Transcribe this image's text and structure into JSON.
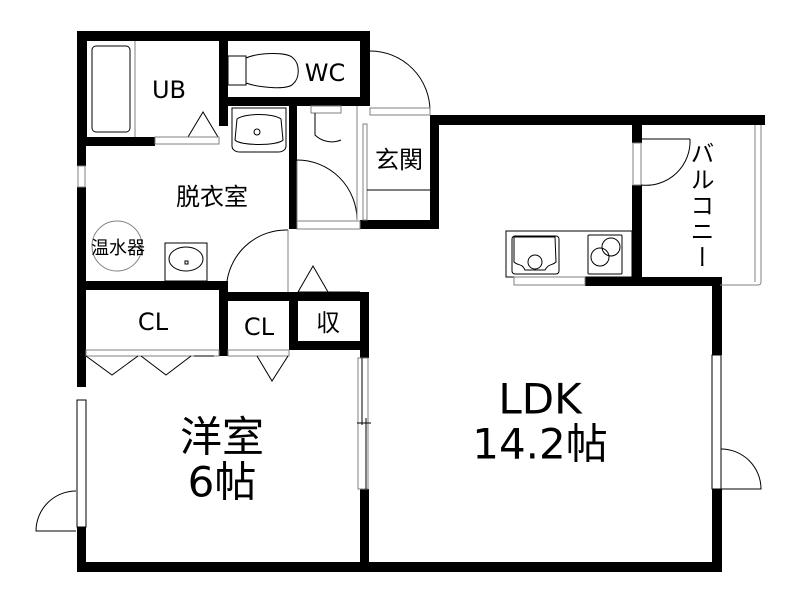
{
  "plan": {
    "colors": {
      "wall": "#000000",
      "fixture_line": "#000000",
      "opening_line": "#808080",
      "background": "#ffffff"
    },
    "rooms": {
      "ub": "UB",
      "wc": "WC",
      "genkan": "玄関",
      "datsuishitsu": "脱衣室",
      "water_heater": "温水器",
      "cl_left": "CL",
      "cl_right": "CL",
      "storage": "収",
      "balcony": "バルコニー",
      "western_room_name": "洋室",
      "western_room_size": "6帖",
      "ldk_name": "LDK",
      "ldk_size": "14.2帖"
    }
  }
}
